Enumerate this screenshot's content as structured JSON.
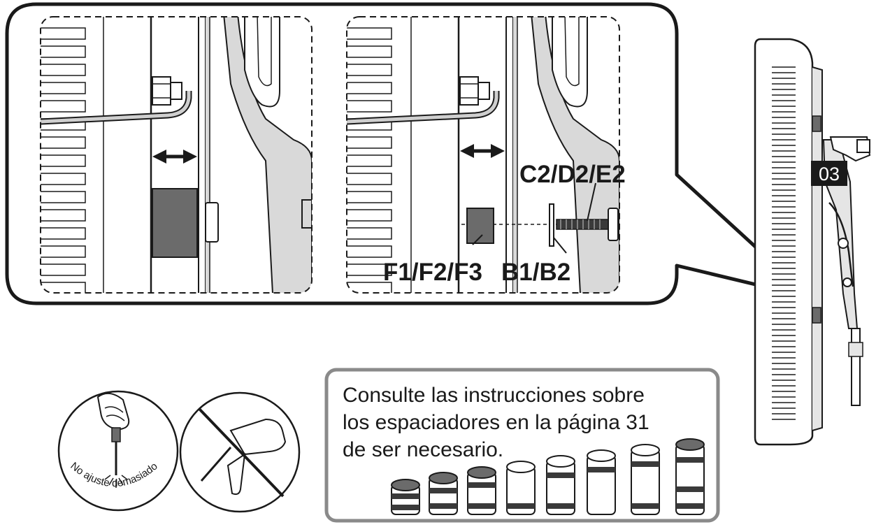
{
  "labels": {
    "screw_codes": "C2/D2/E2",
    "spacer_codes": "F1/F2/F3",
    "washer_codes": "B1/B2",
    "step_badge": "03"
  },
  "note": {
    "line1": "Consulte las instrucciones sobre",
    "line2": "los espaciadores en la página 31",
    "line3": "de ser necesario."
  },
  "warning_text": "No ajuste demasiado",
  "icons": [
    "double-arrow-icon",
    "hand-screwdriver-icon",
    "no-power-drill-icon",
    "spacer-icon"
  ],
  "colors": {
    "line": "#1a1a1a",
    "spacer_fill": "#6b6b6b",
    "bracket_fill": "#d9d9d9",
    "note_border": "#8a8a8a",
    "badge_bg": "#1a1a1a"
  }
}
